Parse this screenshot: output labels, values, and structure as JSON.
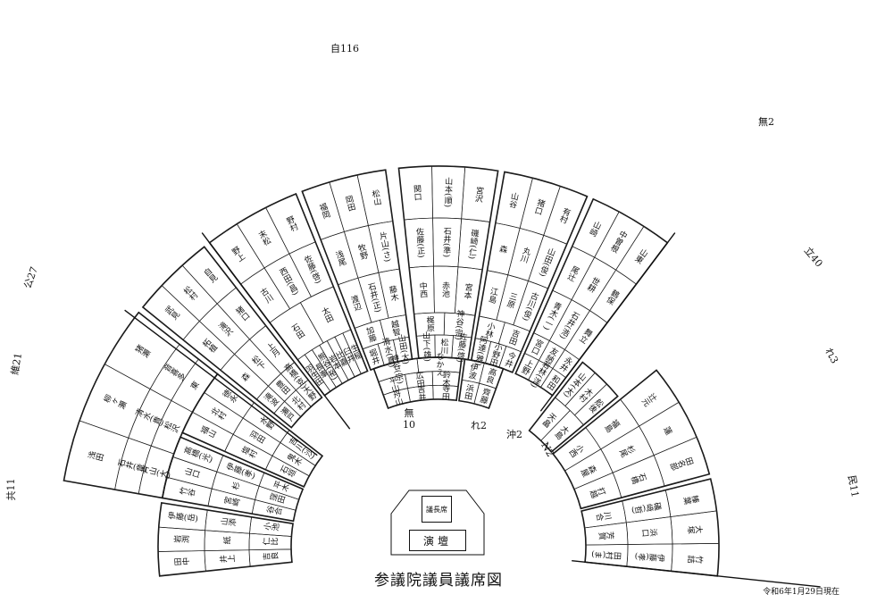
{
  "title": "参議院議員議席図",
  "as_of": "令和6年1月29日現在",
  "podium": {
    "speaker_seat": "議長席",
    "rostrum": "演壇"
  },
  "party_labels": [
    {
      "id": "ldp",
      "text": "自116"
    },
    {
      "id": "mu",
      "text": "無2"
    },
    {
      "id": "cdp",
      "text": "立40"
    },
    {
      "id": "reiwa3",
      "text": "れ3"
    },
    {
      "id": "dpfp",
      "text": "民11"
    },
    {
      "id": "komeito",
      "text": "公27"
    },
    {
      "id": "ishin",
      "text": "維21"
    },
    {
      "id": "jcp",
      "text": "共11"
    },
    {
      "id": "independent",
      "text": "無\n10"
    },
    {
      "id": "reiwa2",
      "text": "れ2"
    },
    {
      "id": "okinawa",
      "text": "沖2"
    },
    {
      "id": "nhk",
      "text": "N2"
    }
  ],
  "chart_data": {
    "type": "seating",
    "blocks": [
      {
        "id": "B1",
        "rows": [
          [
            "野上",
            "末松",
            "野村"
          ],
          [
            "古川",
            "西田(昌)",
            "佐藤(啓)"
          ],
          [
            "石田",
            "太田"
          ],
          [
            "羽生田",
            "長峯",
            "熊谷(裕)",
            "岩本",
            "比嘉",
            "臼井",
            "生稲"
          ]
        ]
      },
      {
        "id": "B2",
        "rows": [
          [
            "福岡",
            "岡田",
            "松山"
          ],
          [
            "浅尾",
            "牧野",
            "片山(さ)"
          ],
          [
            "渡辺",
            "石井(正)",
            "藤木"
          ],
          [
            "堀井",
            "清水(真)",
            "山田(太)"
          ],
          [
            "加藤",
            "越智"
          ]
        ]
      },
      {
        "id": "B3",
        "rows": [
          [
            "関口",
            "山本(順)",
            "宮沢"
          ],
          [
            "佐藤(正)",
            "石井(準)",
            "磯崎(仁)"
          ],
          [
            "中西",
            "赤池",
            "宮本"
          ],
          [
            "山下(雄)",
            "松川",
            "佐藤(啓)"
          ],
          [
            "梶原",
            "神谷(宗)"
          ]
        ]
      },
      {
        "id": "B4",
        "rows": [
          [
            "山谷",
            "猪口",
            "有村"
          ],
          [
            "森",
            "丸川",
            "山田(俊)"
          ],
          [
            "江島",
            "三原",
            "古川(俊)"
          ],
          [
            "阿達(雅)",
            "小野田",
            "今井"
          ],
          [
            "小林",
            "吉田"
          ]
        ]
      },
      {
        "id": "B5",
        "rows": [
          [
            "山崎",
            "中曽根",
            "山東"
          ],
          [
            "尾辻",
            "世耕",
            "鶴保"
          ],
          [
            "青木(一)",
            "石井(浩)",
            "舞立"
          ],
          [
            "上野",
            "若林(洋)",
            "和田"
          ],
          [
            "宮口",
            "友納",
            "永井"
          ]
        ]
      },
      {
        "id": "B6",
        "rows": [
          [
            "武見",
            "松村",
            "自見"
          ],
          [
            "柘植",
            "滝沢",
            "猪口"
          ],
          [
            "森",
            "松下",
            "上月"
          ],
          [
            "瀬戸",
            "北村",
            "大野"
          ],
          [
            "滝波",
            "豊田",
            "高橋(克)"
          ]
        ]
      },
      {
        "id": "B7",
        "rows": [
          [
            "福山",
            "北村",
            "徳永"
          ],
          [
            "塩村",
            "羽田",
            "水野"
          ],
          [
            "石垣",
            "鬼木",
            "吉川(沙)"
          ]
        ]
      },
      {
        "id": "B8",
        "rows": [
          [
            "竹谷",
            "山口",
            "高橋(光)"
          ],
          [
            "宮崎",
            "杉",
            "伊藤(孝)"
          ],
          [
            "谷合",
            "窪田",
            "平木"
          ]
        ]
      },
      {
        "id": "B9",
        "rows": [
          [
            "田中",
            "岩渕",
            "伊藤(岳)"
          ],
          [
            "井上",
            "紙",
            "山添"
          ],
          [
            "吉良",
            "仁比",
            "小池"
          ]
        ]
      },
      {
        "id": "B10",
        "rows": [
          [
            "浅田",
            "柳ヶ瀬",
            "猪瀬"
          ],
          [
            "片山(大)",
            "松沢",
            "東"
          ],
          [
            "石井(章)",
            "清水(貴)",
            "音喜多"
          ]
        ]
      },
      {
        "id": "B11",
        "rows": [
          [
            "山本(太)",
            "木村",
            "舩後"
          ],
          [
            "天畠",
            "大島"
          ]
        ]
      },
      {
        "id": "B12",
        "rows": [
          [
            "浜田",
            "齊藤"
          ],
          [
            "伊波",
            "高良"
          ]
        ]
      },
      {
        "id": "B13",
        "rows": [
          [
            "舟山",
            "吉井",
            "寺田"
          ],
          [
            "平山",
            "広田",
            "鈴木"
          ],
          [
            "神谷(宗)",
            "なかえ"
          ]
        ]
      },
      {
        "id": "B14",
        "rows": [
          [
            "榛葉",
            "大塚",
            "竹詰"
          ],
          [
            "礒﨑(哲)",
            "浜口",
            "伊藤(孝)"
          ],
          [
            "川合",
            "芳賀",
            "田村(ま)"
          ]
        ]
      },
      {
        "id": "B15",
        "rows": [
          [
            "辻元",
            "蓮",
            "田名部"
          ],
          [
            "福島",
            "杉尾",
            "石橋"
          ],
          [
            "小西",
            "森屋",
            "打越"
          ]
        ]
      }
    ]
  }
}
